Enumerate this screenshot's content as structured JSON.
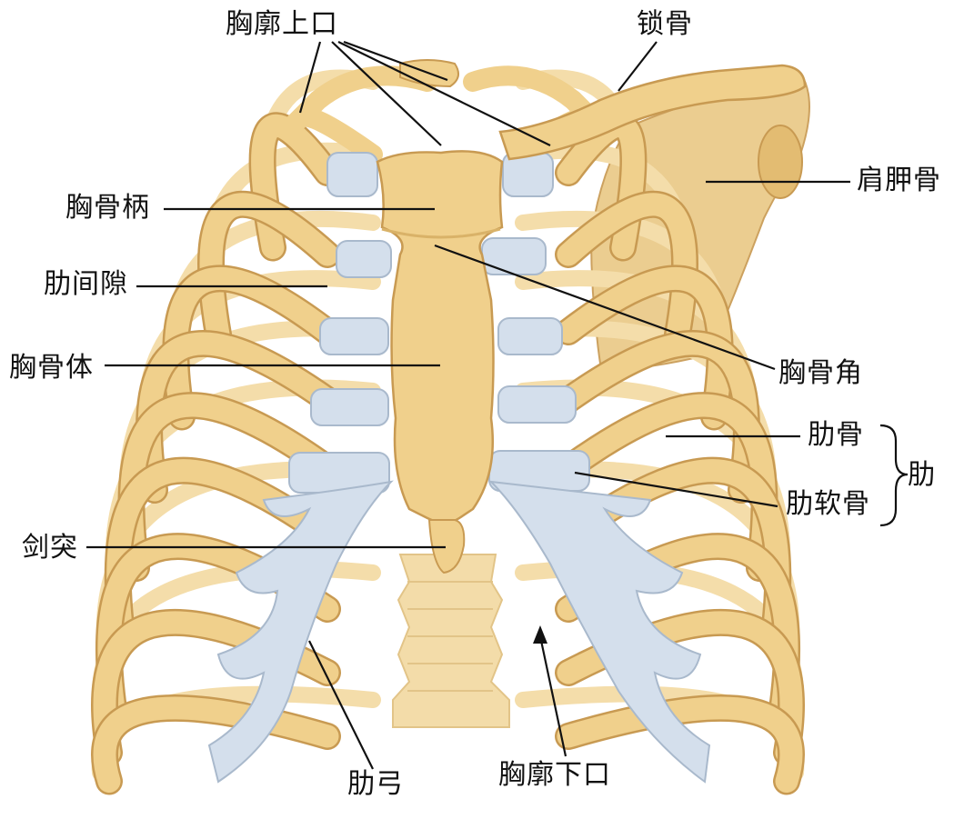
{
  "labels": {
    "superior_aperture": "胸廓上口",
    "clavicle": "锁骨",
    "manubrium": "胸骨柄",
    "scapula": "肩胛骨",
    "intercostal_space": "肋间隙",
    "sternal_body": "胸骨体",
    "sternal_angle": "胸骨角",
    "rib_bone": "肋骨",
    "rib": "肋",
    "costal_cartilage": "肋软骨",
    "xiphoid": "剑突",
    "costal_arch": "肋弓",
    "inferior_aperture": "胸廓下口"
  },
  "colors": {
    "bone": "#F0D08C",
    "bone_shadow": "#D9B268",
    "bone_outline": "#C89A52",
    "cartilage": "#D4DFEC",
    "cartilage_outline": "#A9B9CC",
    "scapula": "#EAC987",
    "leader_line": "#111111"
  }
}
